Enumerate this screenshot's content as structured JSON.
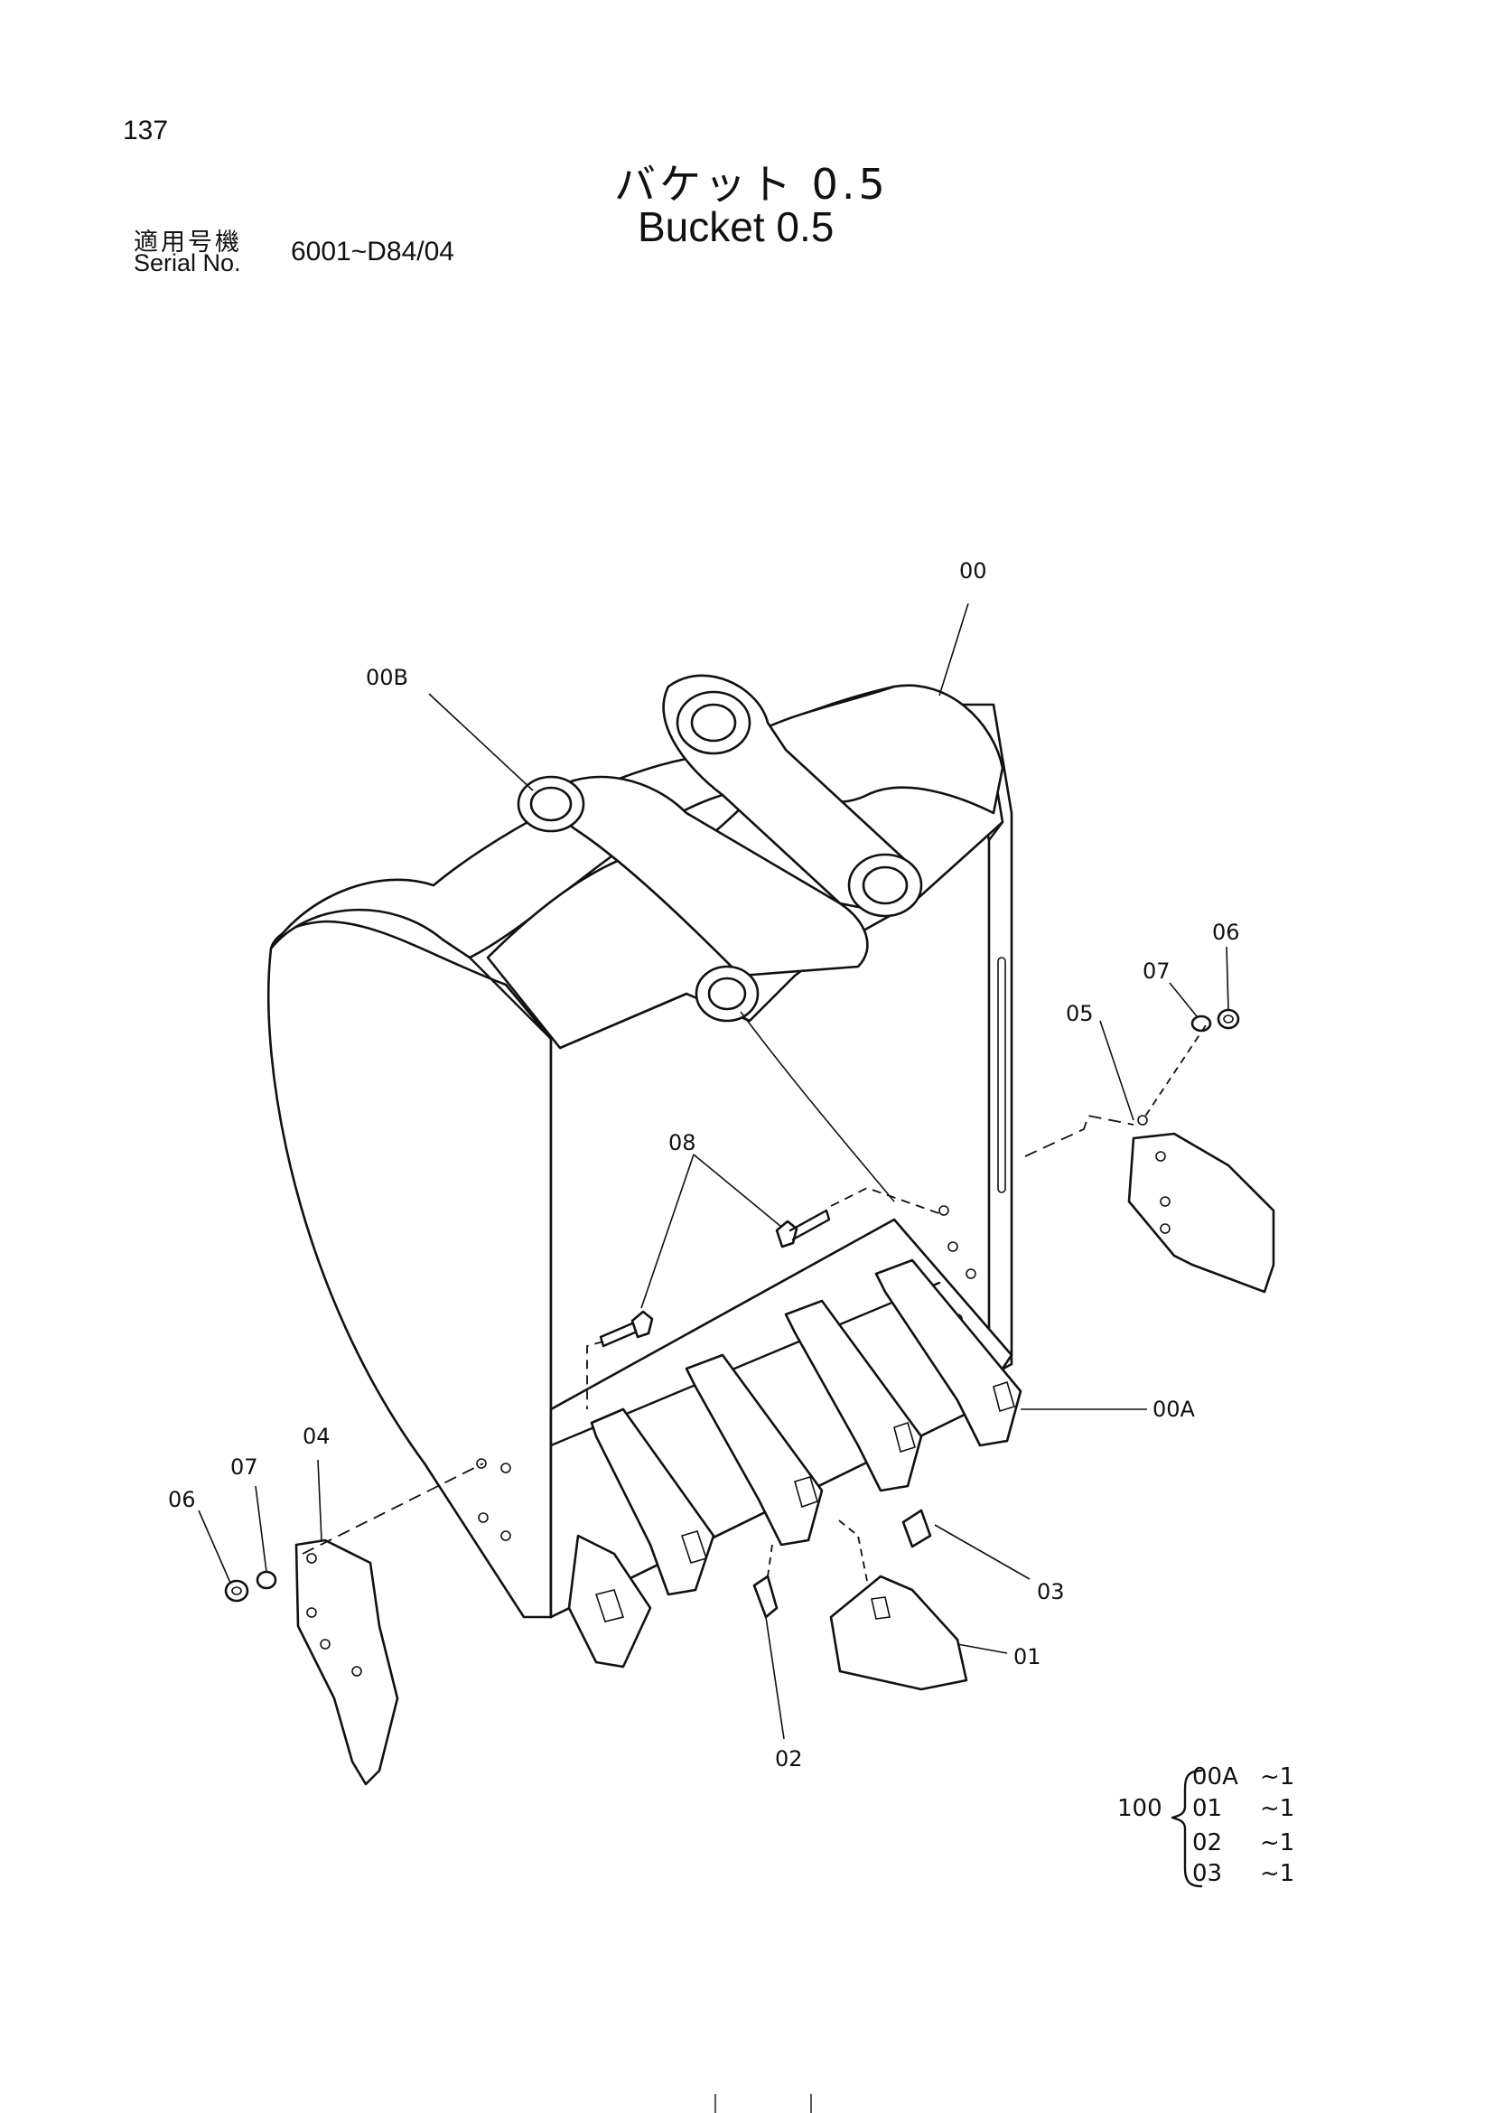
{
  "page": {
    "number": "137"
  },
  "title": {
    "japanese": "バケット 0.5",
    "english": "Bucket 0.5"
  },
  "serial": {
    "label_jp": "適用号機",
    "label_en": "Serial No.",
    "value": "6001~D84/04"
  },
  "callouts": {
    "c00": "00",
    "c00B": "00B",
    "c00A": "00A",
    "c01": "01",
    "c02": "02",
    "c03": "03",
    "c04": "04",
    "c05": "05",
    "c06_right": "06",
    "c07_right": "07",
    "c06_left": "06",
    "c07_left": "07",
    "c08": "08"
  },
  "kit": {
    "number": "100",
    "items": [
      {
        "part": "00A",
        "qty": "~1"
      },
      {
        "part": "01",
        "qty": "~1"
      },
      {
        "part": "02",
        "qty": "~1"
      },
      {
        "part": "03",
        "qty": "~1"
      }
    ]
  }
}
